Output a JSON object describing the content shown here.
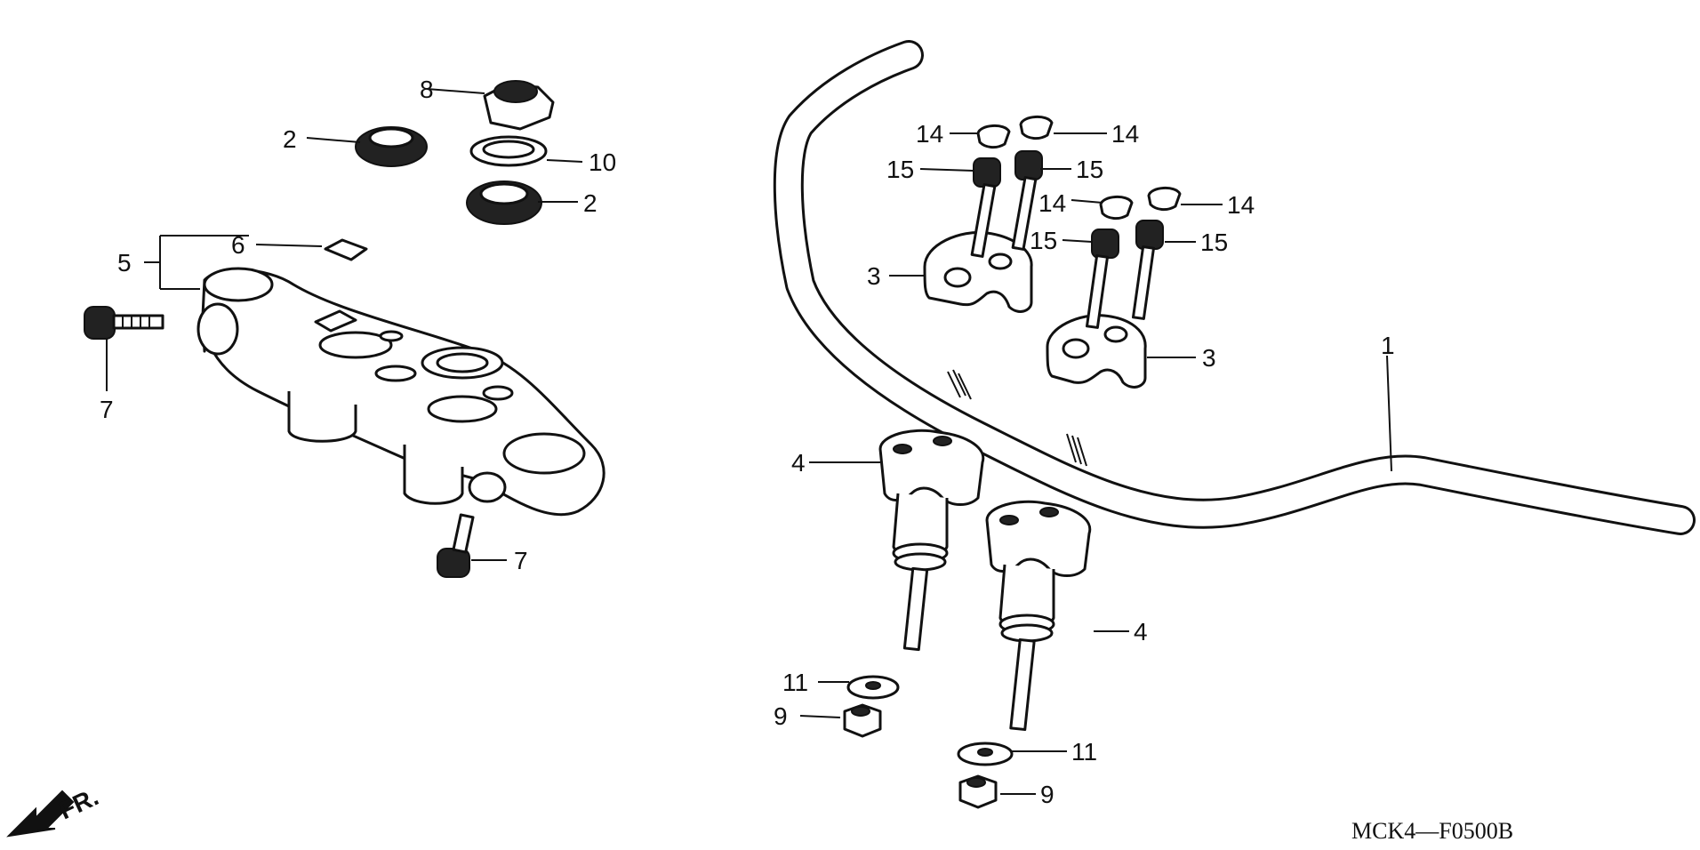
{
  "diagram": {
    "code": "MCK4—F0500B",
    "direction_label": "FR.",
    "callouts": {
      "p1": "1",
      "p2a": "2",
      "p2b": "2",
      "p3a": "3",
      "p3b": "3",
      "p4a": "4",
      "p4b": "4",
      "p5": "5",
      "p6": "6",
      "p7a": "7",
      "p7b": "7",
      "p8": "8",
      "p9a": "9",
      "p9b": "9",
      "p10": "10",
      "p11a": "11",
      "p11b": "11",
      "p14a": "14",
      "p14b": "14",
      "p14c": "14",
      "p14d": "14",
      "p15a": "15",
      "p15b": "15",
      "p15c": "15",
      "p15d": "15"
    }
  }
}
